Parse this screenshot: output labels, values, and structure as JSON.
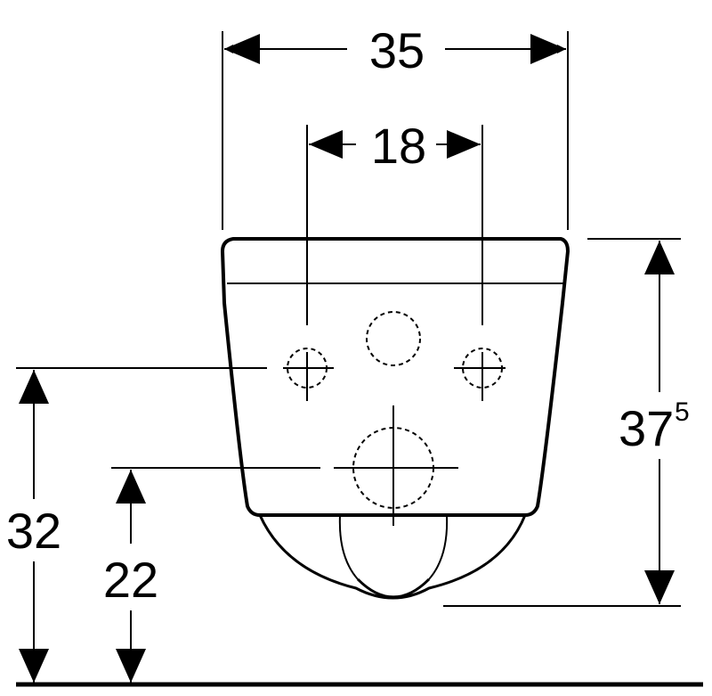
{
  "diagram": {
    "dimensions": {
      "overall_width": "35",
      "fixing_spacing": "18",
      "height_main": "37",
      "height_superscript": "5",
      "fixing_height": "32",
      "outlet_height": "22"
    },
    "colors": {
      "line": "#000000",
      "background": "#ffffff"
    }
  }
}
